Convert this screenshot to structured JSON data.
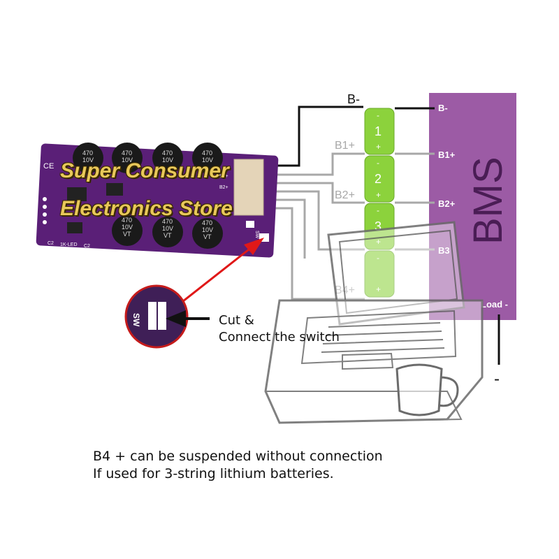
{
  "bms": {
    "title": "BMS",
    "pins": [
      "B-",
      "B1+",
      "B2+",
      "B3",
      "Load -"
    ],
    "load_terminal": "-",
    "color": "#9c5ba5"
  },
  "wires": {
    "top_label": "B-",
    "left_labels": [
      "B1+",
      "B2+",
      "B4+"
    ]
  },
  "cells": [
    {
      "number": "1",
      "minus": "-",
      "plus": "+"
    },
    {
      "number": "2",
      "minus": "-",
      "plus": "+"
    },
    {
      "number": "3",
      "minus": "-",
      "plus": "+"
    },
    {
      "number": "",
      "minus": "-",
      "plus": "+"
    }
  ],
  "cell_color": "#8cd23c",
  "board": {
    "color": "#5a1f77",
    "capacitor_text": [
      "470",
      "10V"
    ],
    "capacitor_text_bottom": [
      "470",
      "10V",
      "VT"
    ],
    "silk_labels": [
      "C2",
      "1K-LED",
      "C2",
      "B2+",
      "B1+",
      "SW",
      "CE"
    ]
  },
  "zoom": {
    "label": "SW",
    "callout": [
      "Cut &",
      "Connect the switch"
    ]
  },
  "watermark": [
    "Super Consumer",
    "Electronics Store"
  ],
  "caption": [
    "B4 + can be suspended without connection",
    "If used for 3-string lithium batteries."
  ]
}
